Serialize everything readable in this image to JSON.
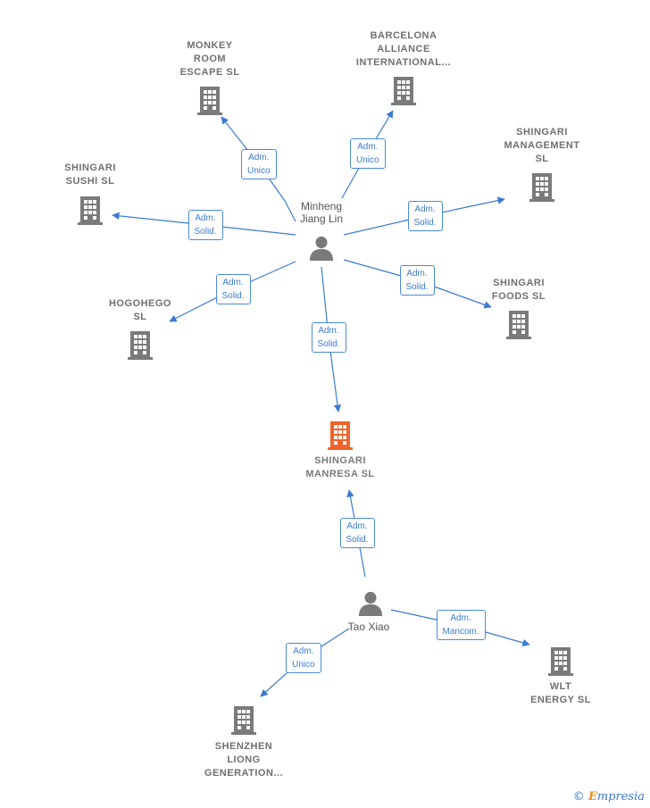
{
  "colors": {
    "edge": "#3b7bd0",
    "node": "#7a7a7a",
    "focus": "#f0632a"
  },
  "companies": [
    {
      "id": "monkey",
      "lines": [
        "MONKEY",
        "ROOM",
        "ESCAPE  SL"
      ],
      "icon": "building-icon",
      "focus": false
    },
    {
      "id": "barcelona",
      "lines": [
        "BARCELONA",
        "ALLIANCE",
        "INTERNATIONAL..."
      ],
      "icon": "building-icon",
      "focus": false
    },
    {
      "id": "management",
      "lines": [
        "SHINGARI",
        "MANAGEMENT",
        "SL"
      ],
      "icon": "building-icon",
      "focus": false
    },
    {
      "id": "sushi",
      "lines": [
        "SHINGARI",
        "SUSHI  SL"
      ],
      "icon": "building-icon",
      "focus": false
    },
    {
      "id": "hogohego",
      "lines": [
        "HOGOHEGO",
        "SL"
      ],
      "icon": "building-icon",
      "focus": false
    },
    {
      "id": "foods",
      "lines": [
        "SHINGARI",
        "FOODS  SL"
      ],
      "icon": "building-icon",
      "focus": false
    },
    {
      "id": "manresa",
      "lines": [
        "SHINGARI",
        "MANRESA  SL"
      ],
      "icon": "building-icon",
      "focus": true
    },
    {
      "id": "wlt",
      "lines": [
        "WLT",
        "ENERGY  SL"
      ],
      "icon": "building-icon",
      "focus": false
    },
    {
      "id": "shenzhen",
      "lines": [
        "SHENZHEN",
        "LIONG",
        "GENERATION..."
      ],
      "icon": "building-icon",
      "focus": false
    }
  ],
  "people": [
    {
      "id": "minheng",
      "lines": [
        "Minheng",
        "Jiang Lin"
      ],
      "icon": "person-icon"
    },
    {
      "id": "tao",
      "lines": [
        "Tao Xiao"
      ],
      "icon": "person-icon"
    }
  ],
  "edges": [
    {
      "id": "e1",
      "lines": [
        "Adm.",
        "Unico"
      ]
    },
    {
      "id": "e2",
      "lines": [
        "Adm.",
        "Unico"
      ]
    },
    {
      "id": "e3",
      "lines": [
        "Adm.",
        "Solid."
      ]
    },
    {
      "id": "e4",
      "lines": [
        "Adm.",
        "Solid."
      ]
    },
    {
      "id": "e5",
      "lines": [
        "Adm.",
        "Solid."
      ]
    },
    {
      "id": "e6",
      "lines": [
        "Adm.",
        "Solid."
      ]
    },
    {
      "id": "e7",
      "lines": [
        "Adm.",
        "Solid."
      ]
    },
    {
      "id": "e8",
      "lines": [
        "Adm.",
        "Solid."
      ]
    },
    {
      "id": "e9",
      "lines": [
        "Adm.",
        "Mancom."
      ]
    },
    {
      "id": "e10",
      "lines": [
        "Adm.",
        "Unico"
      ]
    }
  ],
  "watermark": {
    "copyright": "©",
    "e": "E",
    "brand": "mpresia"
  }
}
